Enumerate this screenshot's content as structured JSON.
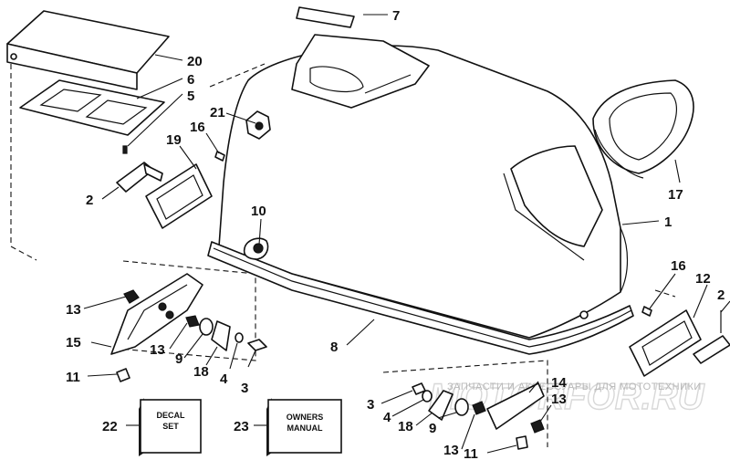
{
  "labels": {
    "l1": "1",
    "l2a": "2",
    "l2b": "2",
    "l3a": "3",
    "l3b": "3",
    "l4a": "4",
    "l4b": "4",
    "l5": "5",
    "l6": "6",
    "l7": "7",
    "l8": "8",
    "l9a": "9",
    "l9b": "9",
    "l10": "10",
    "l11a": "11",
    "l11b": "11",
    "l12": "12",
    "l13a": "13",
    "l13b": "13",
    "l13c": "13",
    "l13d": "13",
    "l14": "14",
    "l15": "15",
    "l16a": "16",
    "l16b": "16",
    "l17": "17",
    "l18a": "18",
    "l18b": "18",
    "l19": "19",
    "l20": "20",
    "l21": "21",
    "l22": "22",
    "l23": "23"
  },
  "boxes": {
    "decal_line1": "DECAL",
    "decal_line2": "SET",
    "manual_line1": "OWNERS",
    "manual_line2": "MANUAL"
  },
  "watermark": {
    "caption": "ЗАПЧАСТИ И АКСЕССУАРЫ ДЛЯ МОТОТЕХНИКИ",
    "logo": "MOTORFOR.RU"
  }
}
